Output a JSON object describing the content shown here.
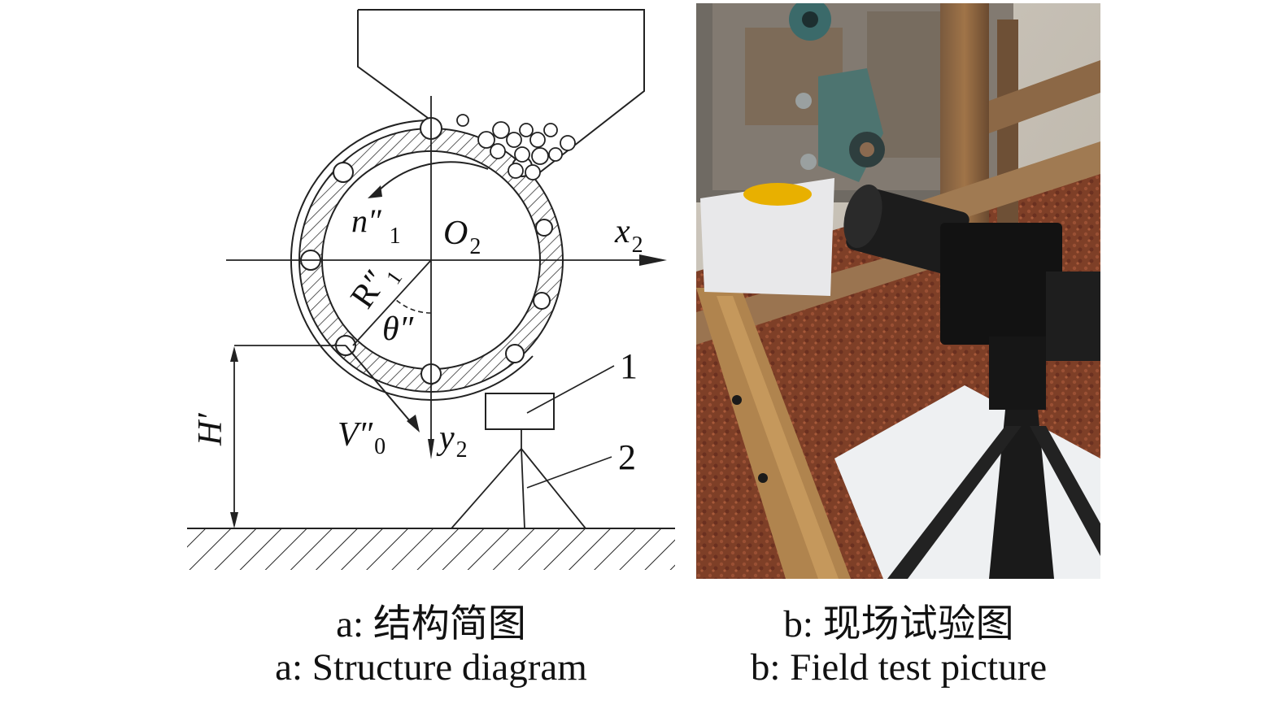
{
  "diagram": {
    "labels": {
      "n": "n″",
      "n_sub": "1",
      "o": "O",
      "o_sub": "2",
      "x": "x",
      "x_sub": "2",
      "r": "R″",
      "r_sub": "1",
      "theta": "θ″",
      "h": "H′",
      "v": "V″",
      "v_sub": "0",
      "y": "y",
      "y_sub": "2",
      "part1": "1",
      "part2": "2"
    }
  },
  "captions": {
    "a_cn": "a: 结构简图",
    "a_en": "a: Structure diagram",
    "b_cn": "b: 现场试验图",
    "b_en": "b: Field test picture"
  }
}
